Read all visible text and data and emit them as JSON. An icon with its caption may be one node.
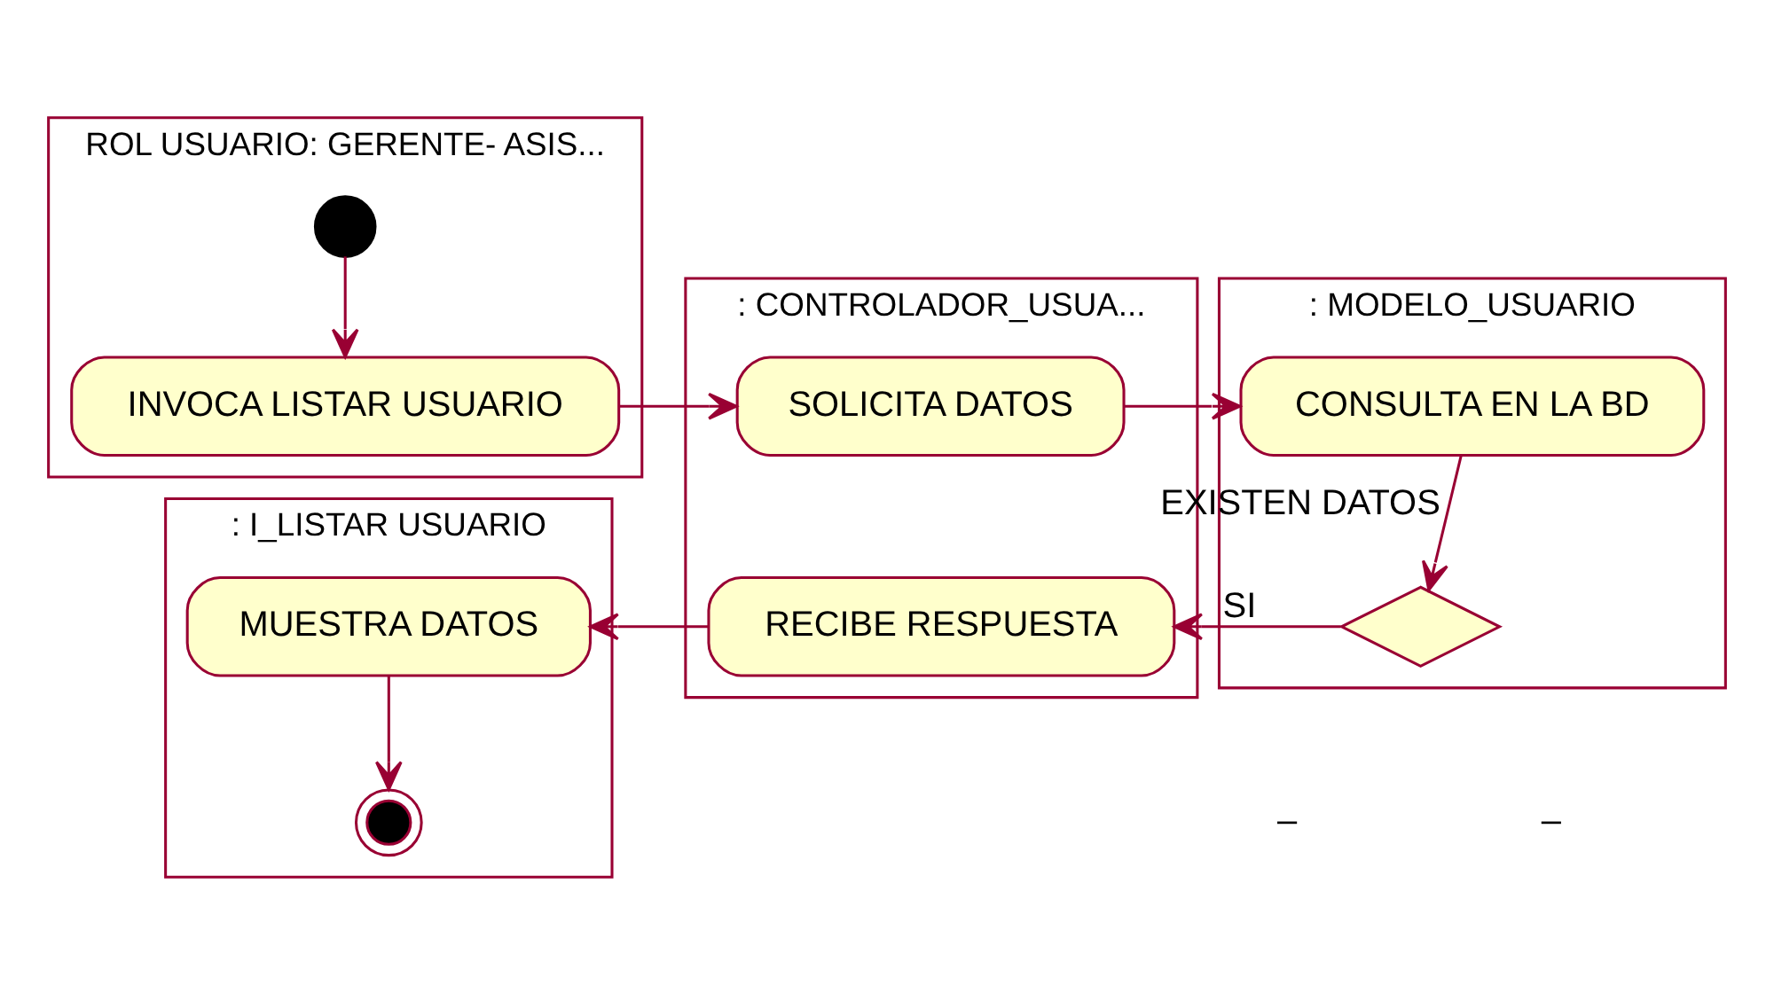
{
  "diagram": {
    "nodes": [
      {
        "text": [
          "ROL USUARIO: GERENTE- ASIS..."
        ]
      },
      {
        "text": [
          ": I_LISTAR USUARIO"
        ]
      },
      {
        "text": [
          ": CONTROLADOR_USUA..."
        ]
      },
      {
        "text": [
          ": MODELO_USUARIO"
        ]
      },
      {
        "text": [],
        "shape": "circle",
        "in": 0
      },
      {
        "text": [
          "INVOCA LISTAR USUARIO"
        ],
        "in": 0
      },
      {
        "text": [
          "SOLICITA DATOS"
        ],
        "in": 2
      },
      {
        "text": [
          "CONSULTA EN LA BD"
        ],
        "in": 3
      },
      {
        "text": [],
        "shape": "diamond",
        "in": 3
      },
      {
        "text": [
          "RECIBE RESPUESTA"
        ],
        "in": 2
      },
      {
        "text": [
          "MUESTRA DATOS"
        ],
        "in": 1
      },
      {
        "text": [],
        "shape": "circle",
        "in": 1
      }
    ],
    "edges": [
      {
        "from": 4,
        "to": 5,
        "arrow": "to"
      },
      {
        "from": 5,
        "to": 6,
        "arrow": "to"
      },
      {
        "from": 6,
        "to": 7,
        "arrow": "to"
      },
      {
        "from": 7,
        "to": 8,
        "arrow": "to",
        "label": "EXISTEN DATOS"
      },
      {
        "from": 8,
        "to": 9,
        "arrow": "to",
        "label": "SI"
      },
      {
        "from": 9,
        "to": 10,
        "arrow": "to"
      },
      {
        "from": 10,
        "to": 11,
        "arrow": "to"
      }
    ],
    "labels": [
      "–",
      "–"
    ]
  }
}
